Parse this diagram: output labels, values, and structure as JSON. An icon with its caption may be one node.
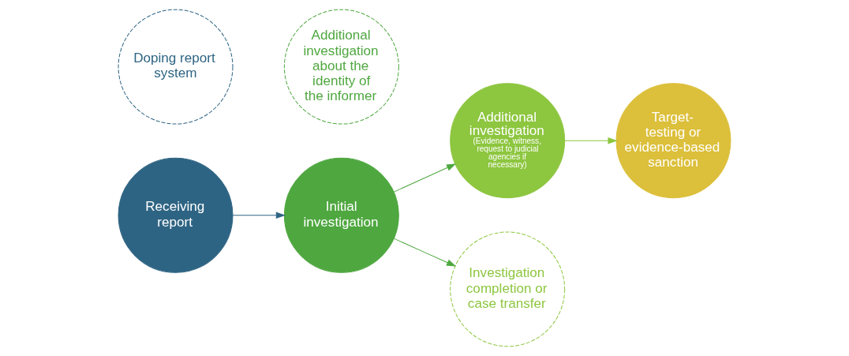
{
  "diagram": {
    "nodes": [
      {
        "text": [
          "Receiving report"
        ]
      },
      {
        "text": [
          "Initial investigation"
        ]
      },
      {
        "text": [
          "Additional investigation",
          "(Evidence, witness, request to judicial agencies if necessary)"
        ]
      },
      {
        "text": [
          "Target- testing or evidence-based sanction"
        ]
      },
      {
        "text": [
          "Doping report system"
        ]
      },
      {
        "text": [
          "Additional investigation about the identity of the informer"
        ]
      },
      {
        "text": [
          "Investigation completion or case transfer"
        ]
      }
    ],
    "edges": [
      {
        "from": 0,
        "to": 1,
        "arrow": "to",
        "color": "#2e6483"
      },
      {
        "from": 1,
        "to": 2,
        "arrow": "to"
      },
      {
        "from": 1,
        "to": 6,
        "arrow": "to"
      },
      {
        "from": 2,
        "to": 3,
        "arrow": "to",
        "color": "#8dc63f"
      }
    ]
  }
}
